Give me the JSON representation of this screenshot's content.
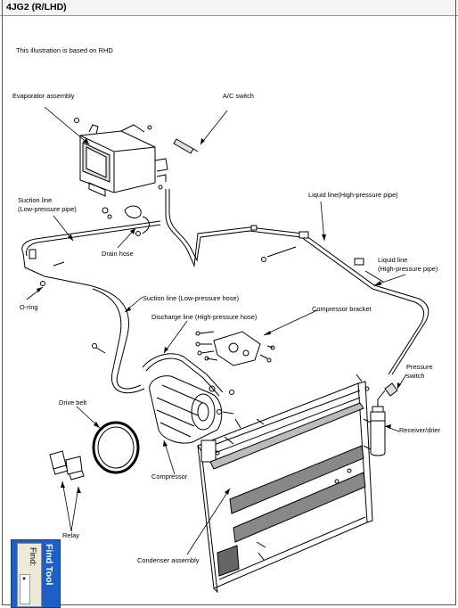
{
  "header": {
    "title": "4JG2 (R/LHD)"
  },
  "note": "This illustration is based on RHD",
  "labels": {
    "evaporator": "Evaporator assembly",
    "ac_switch": "A/C switch",
    "suction_line_1": "Suction line",
    "suction_line_2": "(Low-pressure pipe)",
    "liquid_line_top": "Liquid line(High-pressure pipe)",
    "drain_hose": "Drain hose",
    "liquid_line_r1": "Liquid line",
    "liquid_line_r2": "(High-pressure pipe)",
    "o_ring": "O-ring",
    "suction_hose": "Suction line (Low-pressure hose)",
    "discharge": "Discharge line (High-pressure hose)",
    "bracket": "Compressor bracket",
    "pressure_1": "Pressure",
    "pressure_2": "switch",
    "drive_belt": "Drive belt",
    "receiver": "Receiver/drier",
    "compressor": "Compressor",
    "relay": "Relay",
    "condenser": "Condenser assembly"
  },
  "find_tool": {
    "title": "Find Tool",
    "find_label": "Find:"
  }
}
